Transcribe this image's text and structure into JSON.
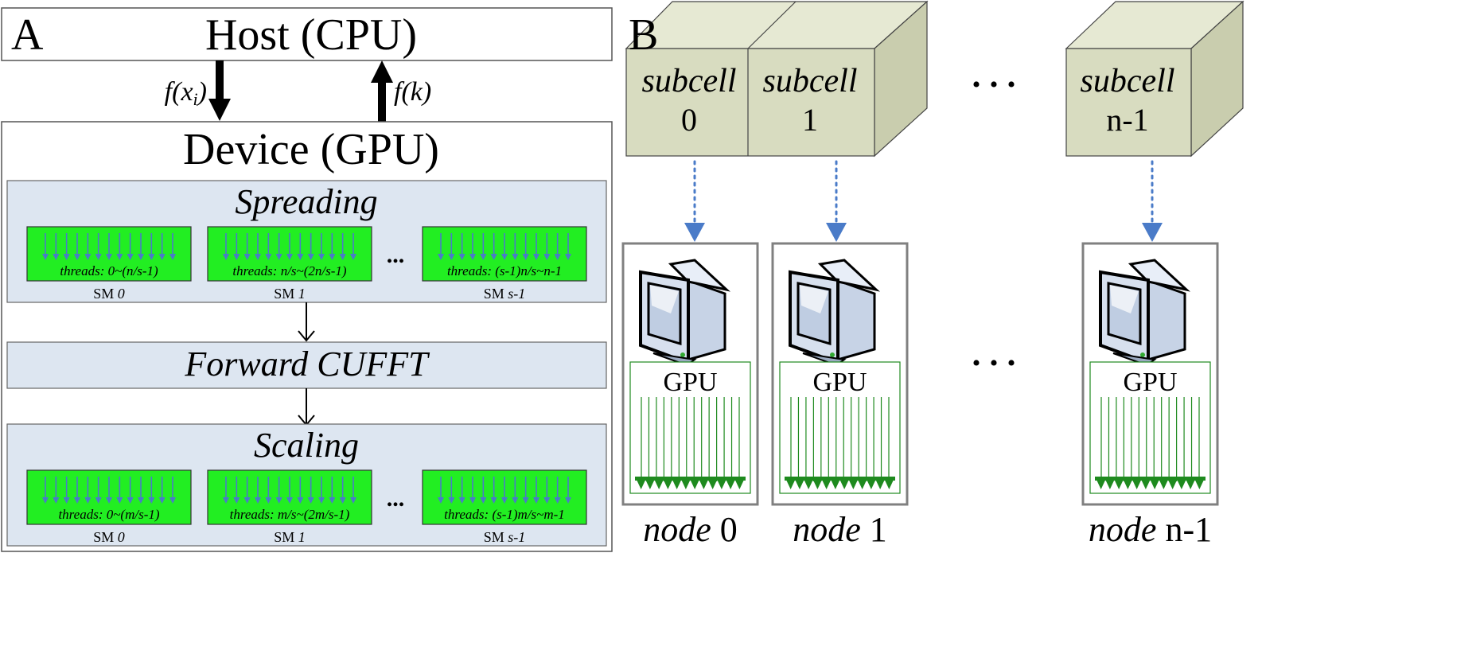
{
  "panel_a": {
    "label": "A",
    "host_title": "Host (CPU)",
    "arrow_down_fn": "f(",
    "arrow_down_var": "x",
    "arrow_down_sub": "i",
    "arrow_down_close": ")",
    "arrow_up_fn": "f(",
    "arrow_up_var": "k",
    "arrow_up_close": ")",
    "device_title": "Device (GPU)",
    "spreading": {
      "title": "Spreading",
      "sms": [
        {
          "threads_label": "threads: 0~(n/s-1)",
          "sm_prefix": "SM ",
          "sm_index": "0"
        },
        {
          "threads_label": "threads: n/s~(2n/s-1)",
          "sm_prefix": "SM ",
          "sm_index": "1"
        },
        {
          "threads_label": "threads: (s-1)n/s~n-1",
          "sm_prefix": "SM ",
          "sm_index": "s-1"
        }
      ],
      "ellipsis": "..."
    },
    "fft_title": "Forward CUFFT",
    "scaling": {
      "title": "Scaling",
      "sms": [
        {
          "threads_label": "threads: 0~(m/s-1)",
          "sm_prefix": "SM ",
          "sm_index": "0"
        },
        {
          "threads_label": "threads: m/s~(2m/s-1)",
          "sm_prefix": "SM ",
          "sm_index": "1"
        },
        {
          "threads_label": "threads: (s-1)m/s~m-1",
          "sm_prefix": "SM ",
          "sm_index": "s-1"
        }
      ],
      "ellipsis": "..."
    }
  },
  "panel_b": {
    "label": "B",
    "subcell_word": "subcell",
    "subcells": [
      "0",
      "1",
      "n-1"
    ],
    "top_ellipsis": "• • •",
    "mid_ellipsis": "• • •",
    "gpu_label": "GPU",
    "node_word": "node",
    "nodes": [
      "0",
      "1",
      "n-1"
    ]
  },
  "colors": {
    "sm_green": "#22ee22",
    "panel_blue": "#dde6f1",
    "cube_face": "#d8dcc0",
    "arrow_blue": "#4a7bc8",
    "gpu_green": "#1e8a1e"
  }
}
